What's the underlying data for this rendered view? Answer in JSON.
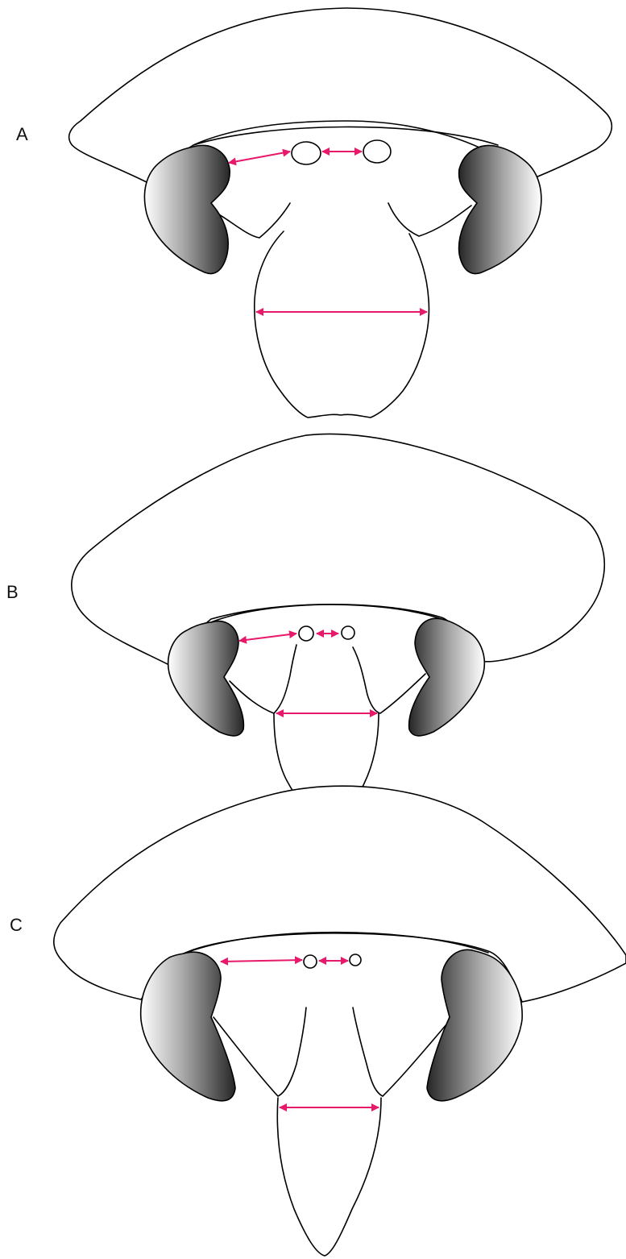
{
  "panels": [
    {
      "label": "A"
    },
    {
      "label": "B"
    },
    {
      "label": "C"
    }
  ],
  "colors": {
    "outline": "#000000",
    "measure_arrow": "#e8196a",
    "eye_dark": "#262626",
    "eye_light": "#ffffff",
    "background": "#ffffff"
  }
}
